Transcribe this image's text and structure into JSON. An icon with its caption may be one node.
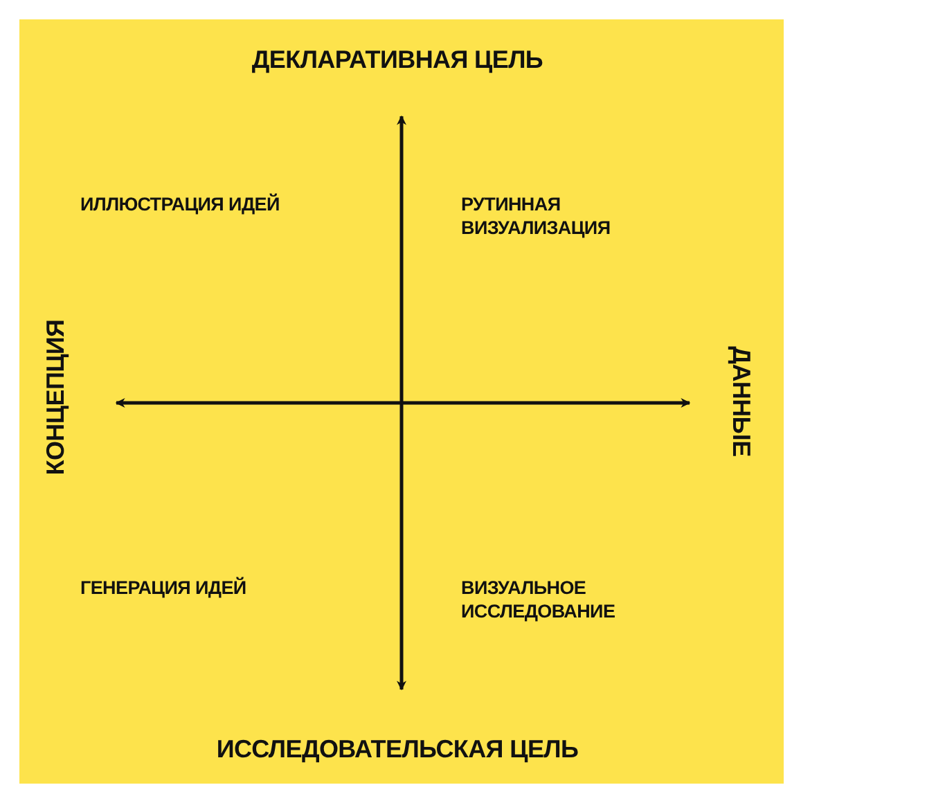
{
  "diagram": {
    "labels": [
      "ДЕКЛАРАТИВНАЯ ЦЕЛЬ",
      "ИЛЛЮСТРАЦИЯ ИДЕЙ",
      "РУТИННАЯ ВИЗУАЛИЗАЦИЯ",
      "КОНЦЕПЦИЯ",
      "ДАННЫЕ",
      "ГЕНЕРАЦИЯ ИДЕЙ",
      "ВИЗУАЛЬНОЕ ИССЛЕДОВАНИЕ",
      "ИССЛЕДОВАТЕЛЬСКАЯ ЦЕЛЬ"
    ]
  }
}
